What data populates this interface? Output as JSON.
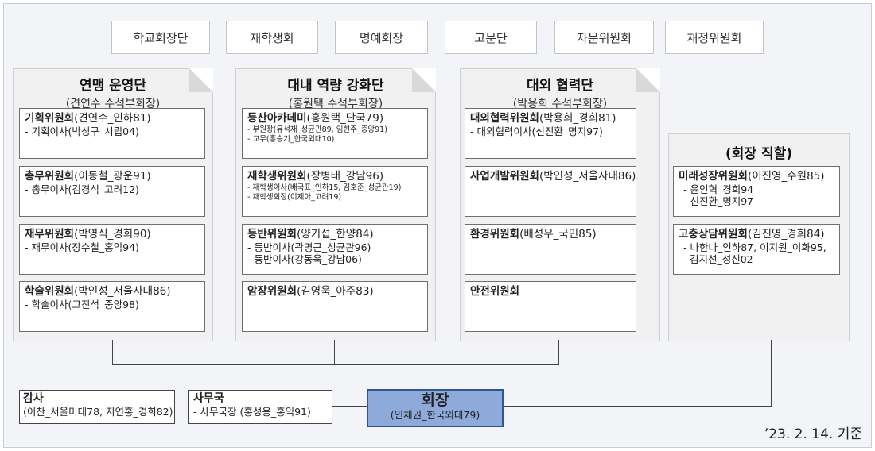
{
  "top_row": [
    "학교회장단",
    "재학생회",
    "명예회장",
    "고문단",
    "자문위원회",
    "재정위원회"
  ],
  "dept1": {
    "title": "연맹 운영단",
    "sub": "(견연수 수석부회장)",
    "cards": [
      {
        "bold": "기획위원회",
        "rest": "(견연수_인하81)",
        "lines": [
          "- 기획이사(박성구_시립04)"
        ]
      },
      {
        "bold": "총무위원회",
        "rest": "(이동철_광운91)",
        "lines": [
          "- 총무이사(김경식_고려12)"
        ]
      },
      {
        "bold": "재무위원회",
        "rest": "(박영식_경희90)",
        "lines": [
          "- 재무이사(장수철_홍익94)"
        ]
      },
      {
        "bold": "학술위원회",
        "rest": "(박인성_서울사대86)",
        "lines": [
          "- 학술이사(고진석_중앙98)"
        ]
      }
    ]
  },
  "dept2": {
    "title": "대내 역량 강화단",
    "sub": "(홍원택 수석부회장)",
    "cards": [
      {
        "bold": "등산아카데미",
        "rest": "(홍원택_단국79)",
        "small": [
          "- 부원장(유석재_성균관89, 임현주_중앙91)",
          "- 교무(홍승기_한국외대10)"
        ]
      },
      {
        "bold": "재학생위원회",
        "rest": "(장병태_강남96)",
        "small": [
          "- 재학생이사(배국표_인하15, 김호준_성균관19)",
          "- 재학생회장(이제아_고려19)"
        ]
      },
      {
        "bold": "등반위원회",
        "rest": "(양기섭_한양84)",
        "lines": [
          "- 등반이사(곽명근_성균관96)",
          "- 등반이사(강동욱_강남06)"
        ]
      },
      {
        "bold": "암장위원회",
        "rest": "(김영욱_아주83)",
        "lines": []
      }
    ]
  },
  "dept3": {
    "title": "대외 협력단",
    "sub": "(박용희 수석부회장)",
    "cards": [
      {
        "bold": "대외협력위원회",
        "rest": "(박용희_경희81)",
        "lines": [
          "- 대외협력이사(신진환_명지97)"
        ]
      },
      {
        "bold": "사업개발위원회",
        "rest": "(박인성_서울사대86)",
        "lines": []
      },
      {
        "bold": "환경위원회",
        "rest": "(배성우_국민85)",
        "lines": []
      },
      {
        "bold": "안전위원회",
        "rest": "",
        "lines": []
      }
    ]
  },
  "direct": {
    "title": "(회장 직할)",
    "cards": [
      {
        "bold": "미래성장위원회",
        "rest": "(이진영_수원85)",
        "lines": [
          "- 윤인혁_경희94",
          "- 신진환_명지97"
        ]
      },
      {
        "bold": "고충상담위원회",
        "rest": "(김진영_경희84)",
        "lines": [
          "- 나한나_인하87, 이지원_이화95,",
          "  김지선_성신02"
        ]
      }
    ]
  },
  "audit": {
    "title": "감사",
    "sub": "(이찬_서울미대78, 지연홍_경희82)"
  },
  "office": {
    "title": "사무국",
    "sub": "- 사무국장 (홍성용_홍익91)"
  },
  "ceo": {
    "title": "회장",
    "sub": "(인채권_한국외대79)"
  },
  "date": "’23. 2. 14. 기준"
}
